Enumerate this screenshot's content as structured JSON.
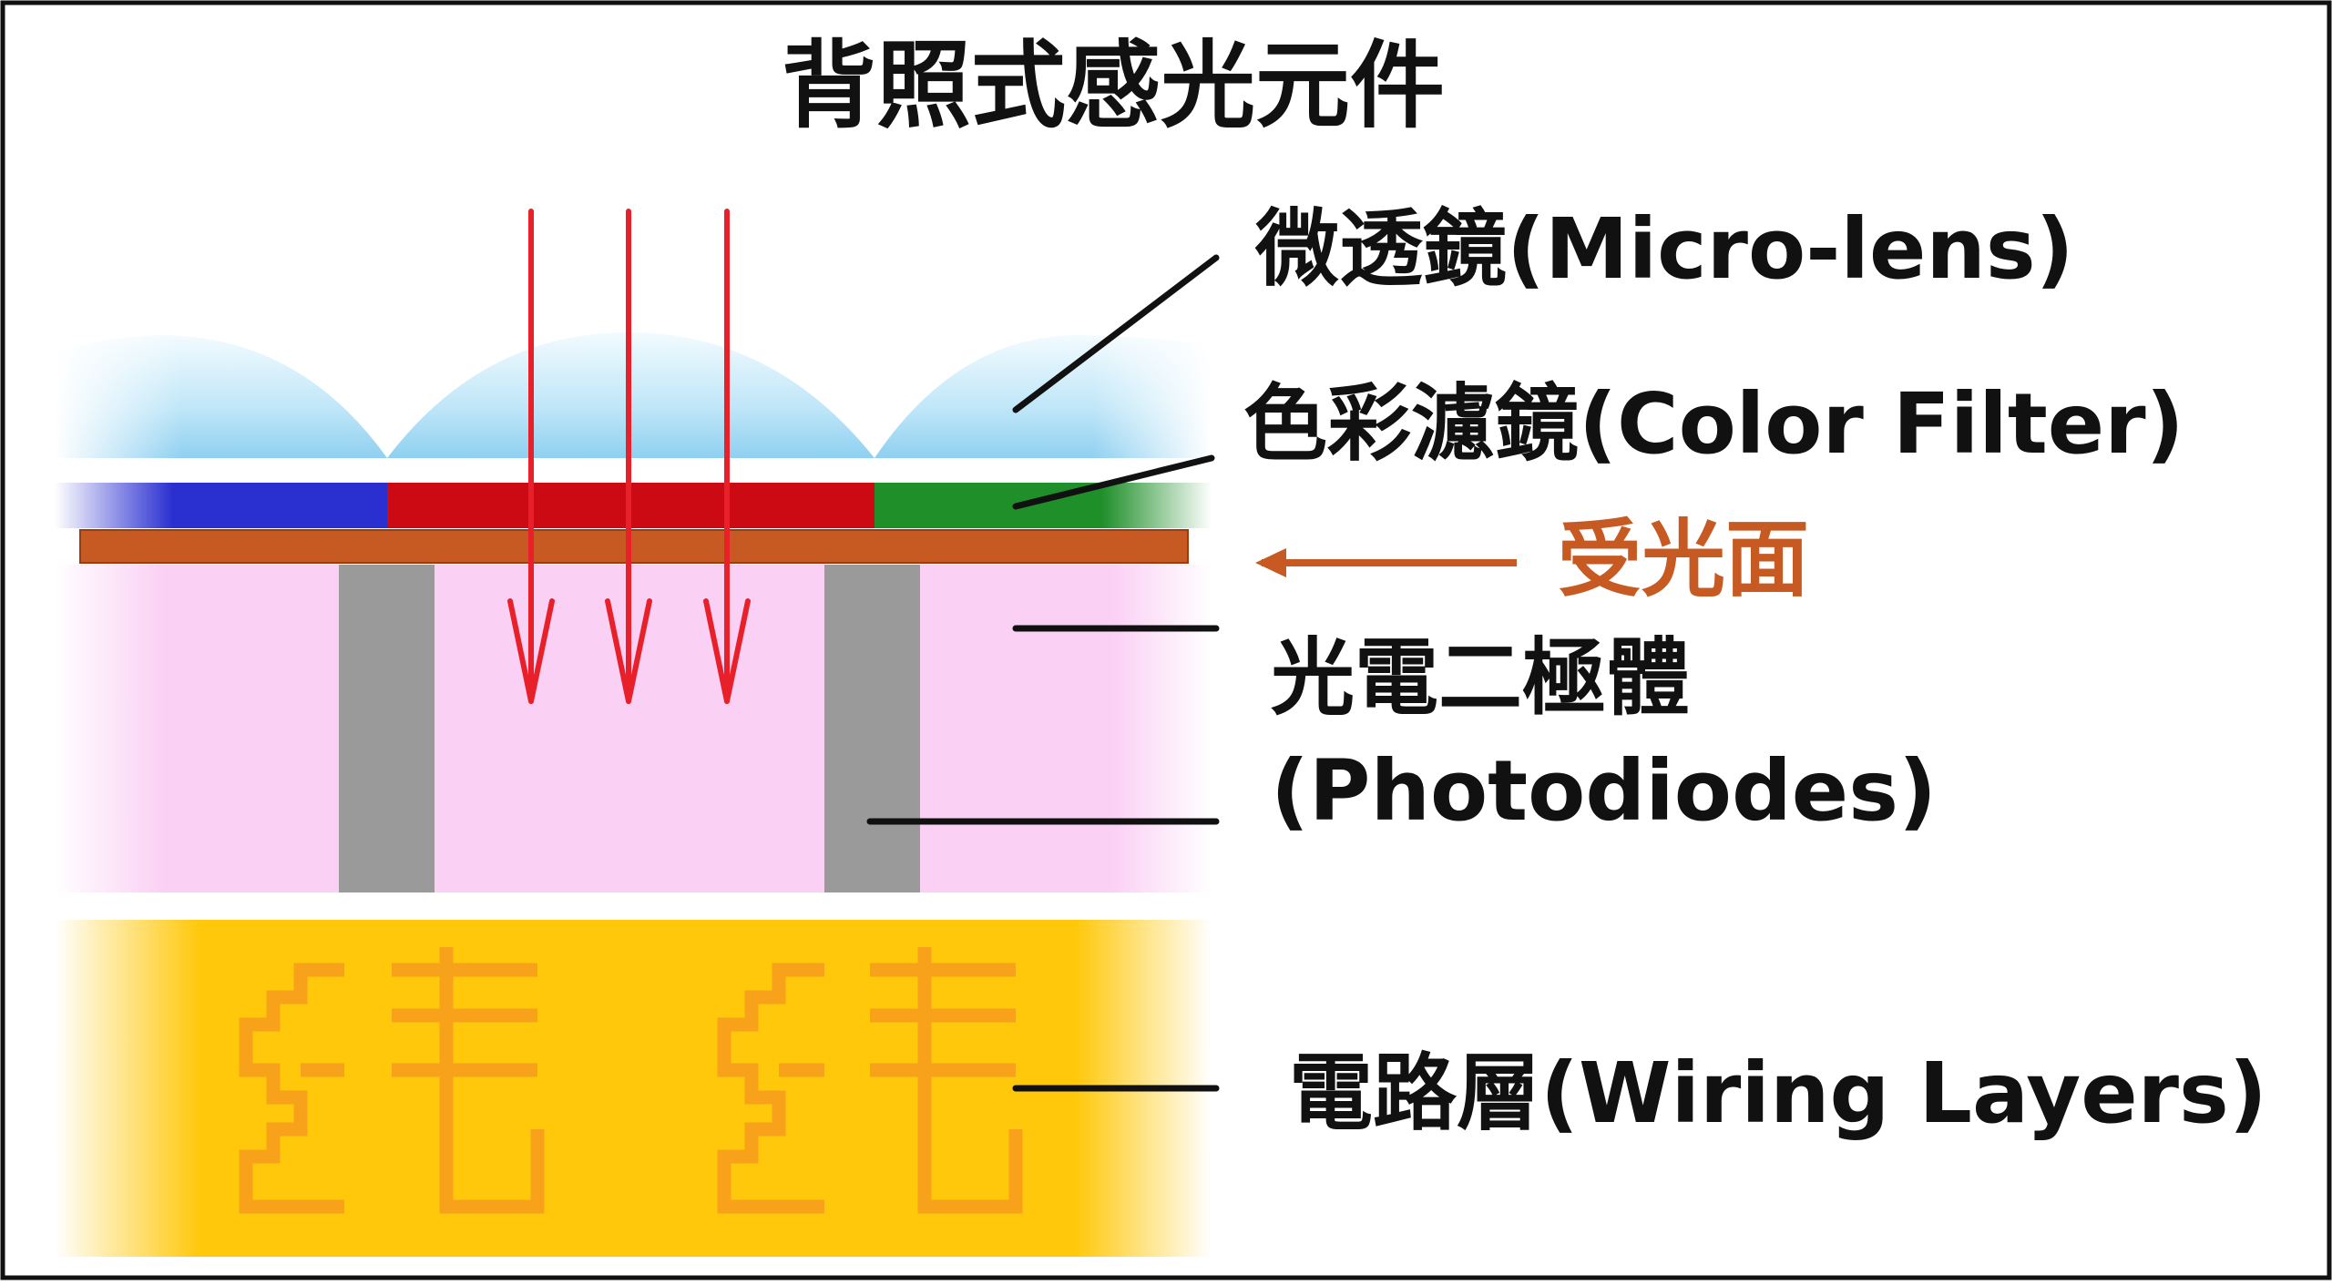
{
  "title": "背照式感光元件",
  "labels": {
    "micro_lens": "微透鏡(Micro-lens)",
    "color_filter": "色彩濾鏡(Color Filter)",
    "light_surface": "受光面",
    "photodiodes_cn": "光電二極體",
    "photodiodes_en": "(Photodiodes)",
    "wiring": "電路層(Wiring Layers)"
  },
  "colors": {
    "arrow": "#e8202a",
    "light_surface": "#c65a22",
    "filter_blue": "#2a2fd0",
    "filter_red": "#cc0a14",
    "filter_green": "#1f8f2a",
    "photodiode_bg": "#fbd0f5",
    "wiring_bg": "#ffc80a",
    "wiring_lines": "#f7a21a",
    "pillar": "#9a9a9a"
  }
}
